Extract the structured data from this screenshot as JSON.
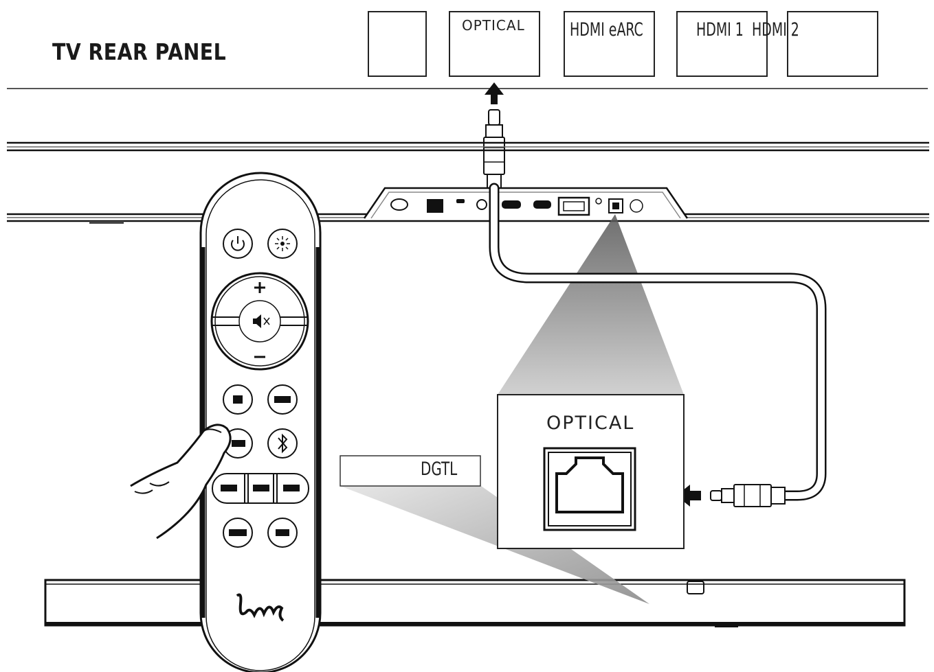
{
  "panel": {
    "title": "TV REAR PANEL",
    "ports": [
      {
        "id": "headphone",
        "icon": "headphone-icon"
      },
      {
        "id": "optical",
        "label": "OPTICAL",
        "icon": "optical-port-icon"
      },
      {
        "id": "hdmi-earc",
        "label": "HDMI eARC",
        "icon": "hdmi-port-icon"
      },
      {
        "id": "hdmi-1",
        "label": "HDMI 1",
        "icon": "hdmi-port-icon"
      },
      {
        "id": "hdmi-2",
        "label": "HDMI 2",
        "icon": "hdmi-port-icon"
      }
    ]
  },
  "callout": {
    "optical_label": "OPTICAL",
    "input_label": "DGTL"
  },
  "icons": [
    "headphone-icon",
    "optical-port-icon",
    "hdmi-port-icon",
    "arrow-up-icon",
    "arrow-left-icon",
    "optical-plug-icon",
    "remote-control-icon",
    "hand-icon",
    "soundbar-icon"
  ]
}
